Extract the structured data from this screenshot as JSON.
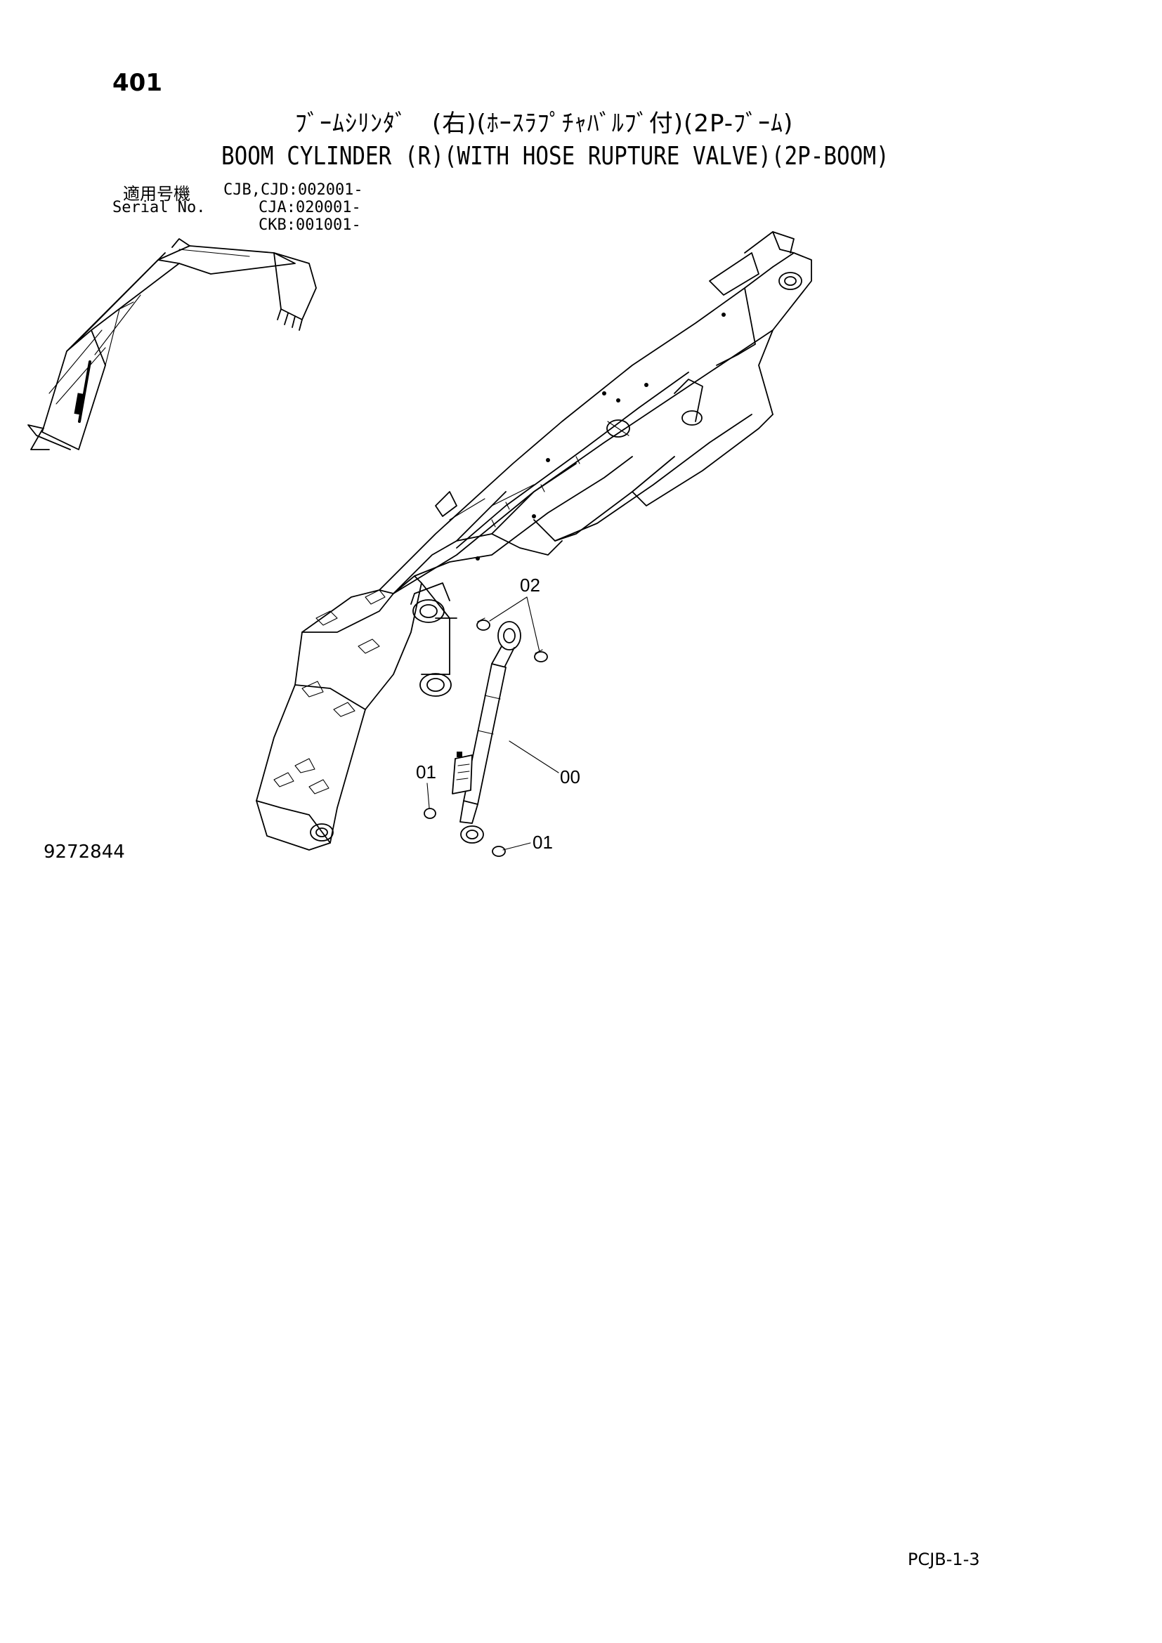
{
  "page": {
    "number": "401",
    "title_jp": "ﾌﾞｰﾑｼﾘﾝﾀﾞ　(右)(ﾎｰｽﾗﾌﾟﾁｬﾊﾞﾙﾌﾞ付)(2P-ﾌﾞｰﾑ)",
    "title_en": "BOOM CYLINDER (R)(WITH HOSE RUPTURE VALVE)(2P-BOOM)"
  },
  "serial": {
    "label_jp": "適用号機",
    "label_en": "Serial No.",
    "values": [
      "CJB,CJD:002001-",
      "CJA:020001-",
      "CKB:001001-"
    ]
  },
  "callouts": [
    {
      "id": "02",
      "text": "02"
    },
    {
      "id": "00",
      "text": "00"
    },
    {
      "id": "01a",
      "text": "01"
    },
    {
      "id": "01b",
      "text": "01"
    }
  ],
  "drawing_number": "9272844",
  "footer_code": "PCJB-1-3"
}
